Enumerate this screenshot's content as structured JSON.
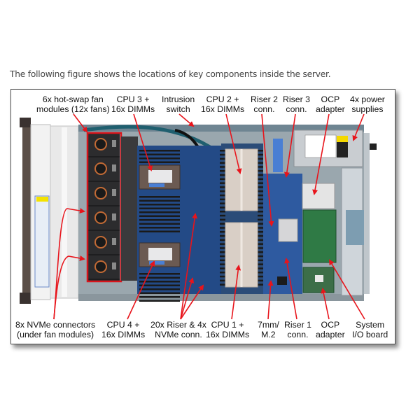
{
  "intro_text": "The following figure shows the locations of key components inside the server.",
  "figure": {
    "top_labels": [
      {
        "id": "fans",
        "lines": [
          "6x hot-swap fan",
          "modules (12x fans)"
        ]
      },
      {
        "id": "cpu3",
        "lines": [
          "CPU 3 +",
          "16x DIMMs"
        ]
      },
      {
        "id": "intrusion",
        "lines": [
          "Intrusion",
          "switch"
        ]
      },
      {
        "id": "cpu2",
        "lines": [
          "CPU 2 +",
          "16x DIMMs"
        ]
      },
      {
        "id": "riser2",
        "lines": [
          "Riser 2",
          "conn."
        ]
      },
      {
        "id": "riser3",
        "lines": [
          "Riser 3",
          "conn."
        ]
      },
      {
        "id": "ocp-top",
        "lines": [
          "OCP",
          "adapter"
        ]
      },
      {
        "id": "psu",
        "lines": [
          "4x power",
          "supplies"
        ]
      }
    ],
    "bottom_labels": [
      {
        "id": "nvme",
        "lines": [
          "8x NVMe connectors",
          "(under fan modules)"
        ]
      },
      {
        "id": "cpu4",
        "lines": [
          "CPU 4 +",
          "16x DIMMs"
        ]
      },
      {
        "id": "riser-nvme",
        "lines": [
          "20x Riser & 4x",
          "NVMe conn."
        ]
      },
      {
        "id": "cpu1",
        "lines": [
          "CPU 1 +",
          "16x DIMMs"
        ]
      },
      {
        "id": "m2",
        "lines": [
          "7mm/",
          "M.2"
        ]
      },
      {
        "id": "riser1",
        "lines": [
          "Riser 1",
          "conn."
        ]
      },
      {
        "id": "ocp-bottom",
        "lines": [
          "OCP",
          "adapter"
        ]
      },
      {
        "id": "io-board",
        "lines": [
          "System",
          "I/O board"
        ]
      }
    ],
    "callout_color": "#e8141b"
  }
}
